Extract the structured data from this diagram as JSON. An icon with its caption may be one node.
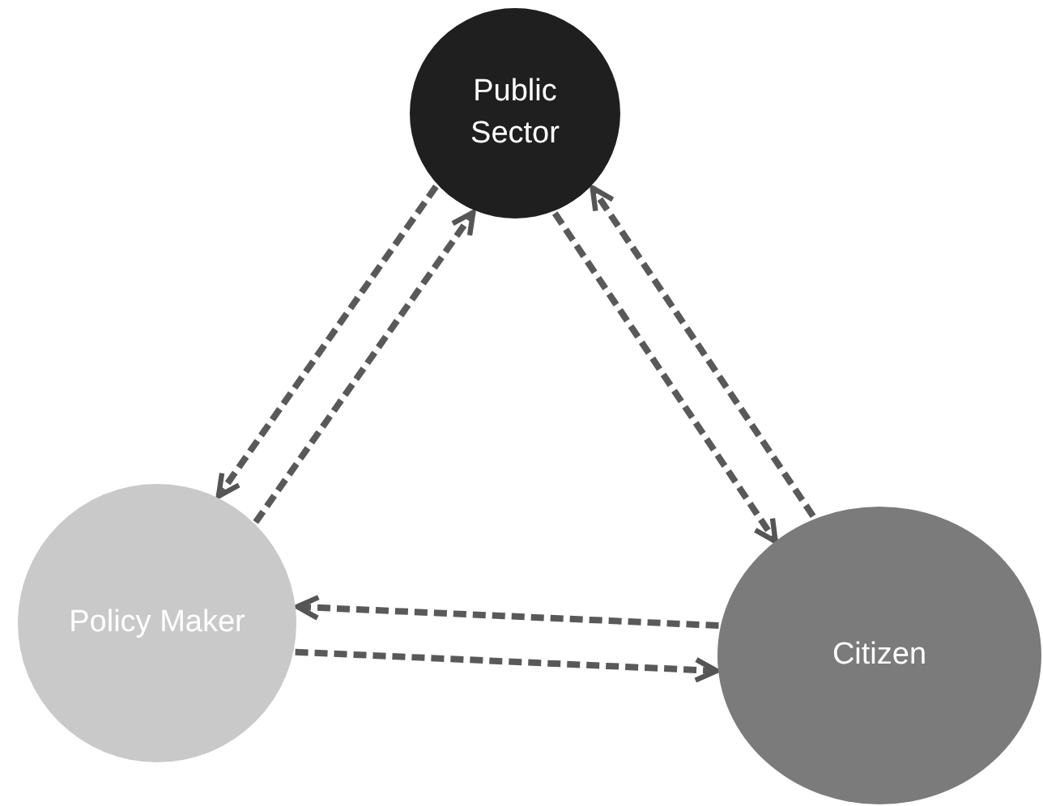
{
  "diagram": {
    "nodes": [
      {
        "text": [
          "Public Sector"
        ]
      },
      {
        "text": [
          "Policy Maker"
        ]
      },
      {
        "text": [
          "Citizen"
        ]
      }
    ],
    "edges": [
      {
        "from": 1,
        "to": 0,
        "arrow": "to",
        "style": "dashed"
      },
      {
        "from": 0,
        "to": 1,
        "arrow": "to",
        "style": "dashed"
      },
      {
        "from": 0,
        "to": 2,
        "arrow": "to",
        "style": "dashed"
      },
      {
        "from": 2,
        "to": 0,
        "arrow": "to",
        "style": "dashed"
      },
      {
        "from": 2,
        "to": 1,
        "arrow": "to",
        "style": "dashed"
      },
      {
        "from": 1,
        "to": 2,
        "arrow": "to",
        "style": "dashed"
      }
    ]
  }
}
